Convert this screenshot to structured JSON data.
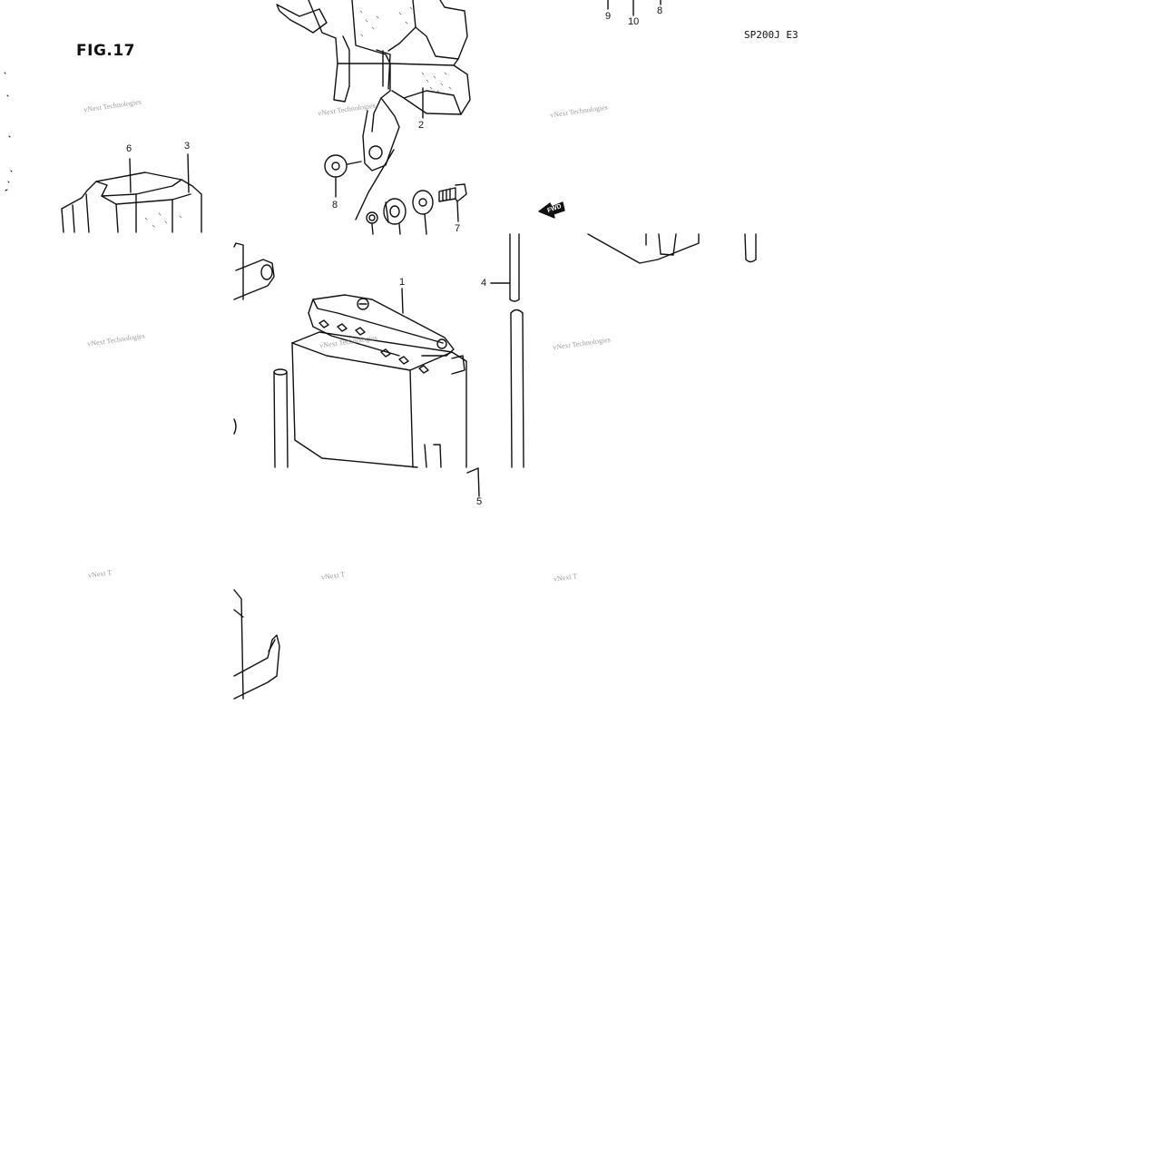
{
  "figure": {
    "title": "FIG.17",
    "model_code": "SP200J  E3"
  },
  "callouts": {
    "c1": "1",
    "c2": "2",
    "c3": "3",
    "c4": "4",
    "c5": "5",
    "c6": "6",
    "c7": "7",
    "c8a": "8",
    "c8b": "8",
    "c9": "9",
    "c10": "10"
  },
  "fwd_label": "FWD",
  "watermark": {
    "full": "vNext Technologies",
    "partial": "vNext T"
  }
}
